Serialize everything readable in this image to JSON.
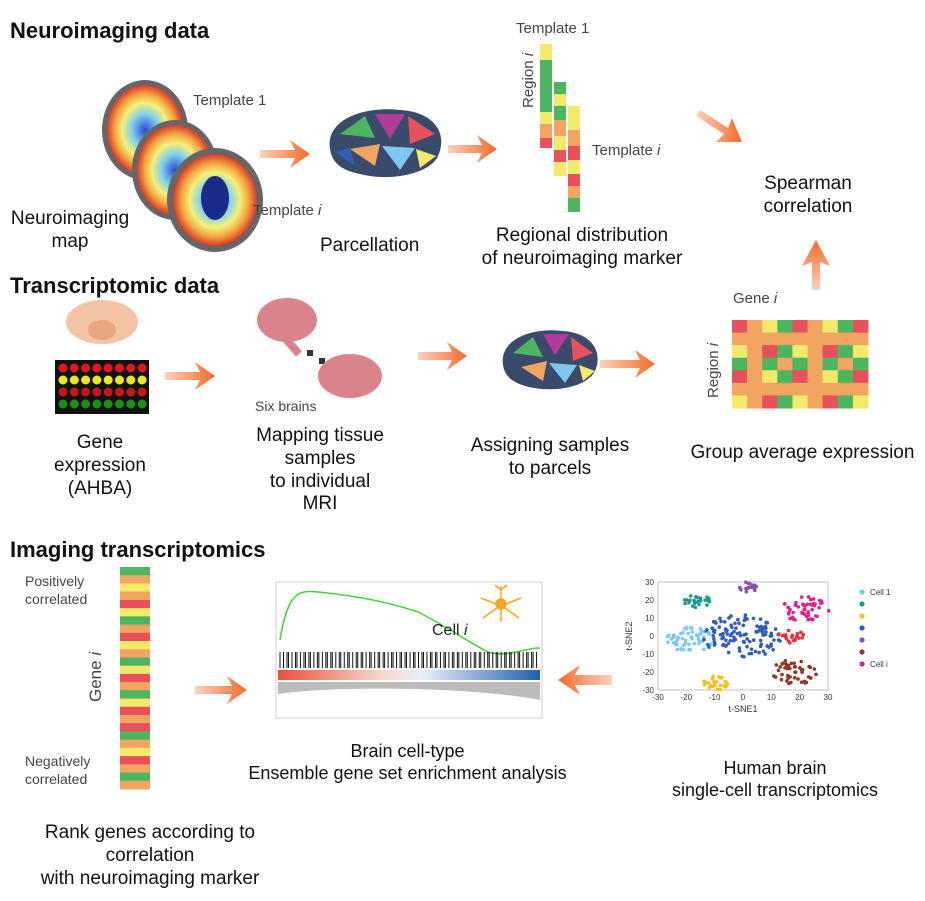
{
  "sections": {
    "neuro": "Neuroimaging data",
    "trans": "Transcriptomic data",
    "imaging": "Imaging transcriptomics"
  },
  "neuro": {
    "template1_label": "Template 1",
    "template_i_prefix": "Template",
    "i": "i",
    "map_caption_line1": "Neuroimaging",
    "map_caption_line2": "map",
    "parcellation_caption": "Parcellation",
    "regional_template1": "Template 1",
    "regional_region_prefix": "Region",
    "regional_template_i_prefix": "Template",
    "regional_caption_line1": "Regional distribution",
    "regional_caption_line2": "of neuroimaging marker",
    "spearman_line1": "Spearman",
    "spearman_line2": "correlation"
  },
  "trans": {
    "gene_caption_line1": "Gene",
    "gene_caption_line2": "expression",
    "gene_caption_line3": "(AHBA)",
    "six_brains": "Six brains",
    "mapping_line1": "Mapping tissue",
    "mapping_line2": "samples",
    "mapping_line3": "to individual",
    "mapping_line4": "MRI",
    "assign_line1": "Assigning samples",
    "assign_line2": "to parcels",
    "gene_i_prefix": "Gene",
    "region_i_prefix": "Region",
    "group_caption": "Group average expression"
  },
  "imaging": {
    "pos_line1": "Positively",
    "pos_line2": "correlated",
    "neg_line1": "Negatively",
    "neg_line2": "correlated",
    "gene_i_prefix": "Gene",
    "rank_line1": "Rank genes according to",
    "rank_line2": "correlation",
    "rank_line3": "with neuroimaging marker",
    "cell_i_prefix": "Cell",
    "gsea_line1": "Brain cell-type",
    "gsea_line2": "Ensemble gene set enrichment analysis",
    "sc_line1": "Human brain",
    "sc_line2": "single-cell transcriptomics",
    "tsne_x": "t-SNE1",
    "tsne_y": "t-SNE2",
    "tsne_xticks": [
      "-30",
      "-20",
      "-10",
      "0",
      "10",
      "20",
      "30"
    ],
    "tsne_yticks": [
      "30",
      "20",
      "10",
      "0",
      "-10",
      "-20",
      "-30"
    ],
    "legend": [
      "Cell 1",
      "",
      "",
      "",
      "",
      "",
      "Cell i"
    ],
    "legend_colors": [
      "#7ec8f0",
      "#1a9b8a",
      "#f0c020",
      "#2f5fb5",
      "#8a4fb0",
      "#8b3a2a",
      "#e0208a"
    ]
  },
  "colors": {
    "arrow": "#f26b2a",
    "red": "#e8505b",
    "green": "#4cb560",
    "yellow": "#f3ea6a",
    "orange": "#f2a561"
  }
}
